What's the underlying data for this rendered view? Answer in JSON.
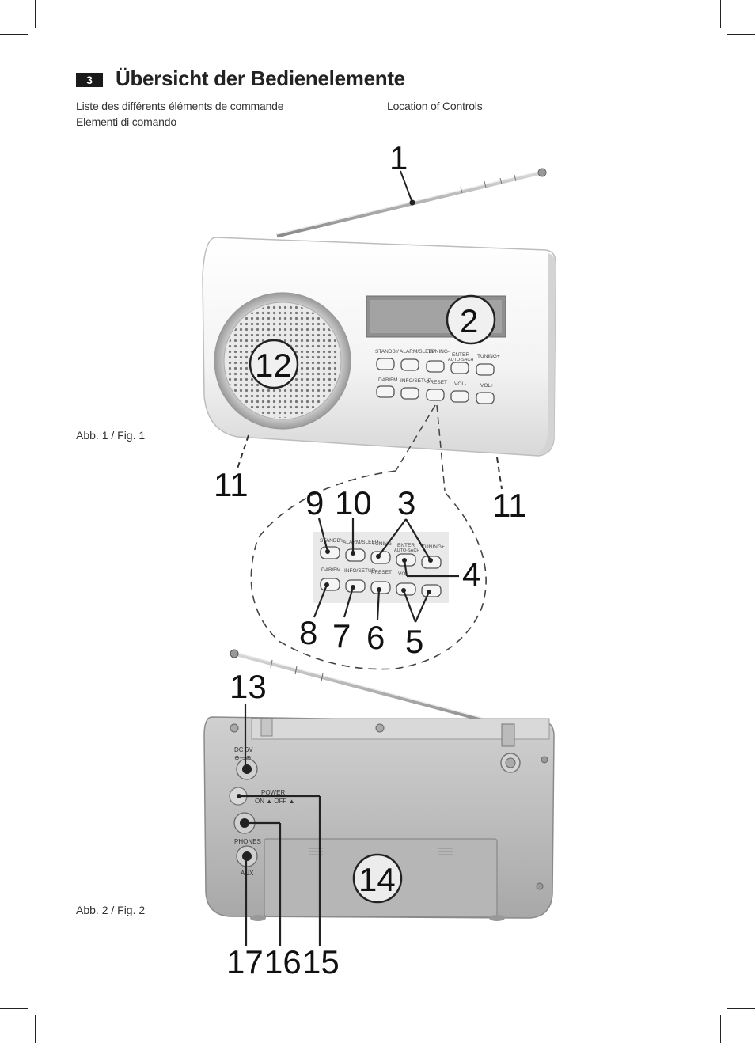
{
  "header": {
    "section_number": "3",
    "title": "Übersicht der Bedienelemente",
    "subtitle_fr": "Liste des différents éléments de commande",
    "subtitle_it": "Elementi di comando",
    "subtitle_en": "Location of Controls"
  },
  "figures": {
    "fig1_caption": "Abb. 1 / Fig. 1",
    "fig2_caption": "Abb. 2 / Fig. 2"
  },
  "front_buttons": {
    "standby": "STANDBY",
    "alarm_sleep": "ALARM/SLEEP",
    "tuning_minus": "TUNING-",
    "enter": "ENTER",
    "auto_sach": "AUTO-SACH",
    "tuning_plus": "TUNING+",
    "dab_fm": "DAB/FM",
    "info_setup": "INFO/SETUP",
    "preset": "PRESET",
    "vol_minus": "VOL-",
    "vol_plus": "VOL+"
  },
  "zoom_labels": {
    "standby": "STANDBY",
    "alarm_sleep": "ALARM/SLEEP",
    "tuning": "TUNING-",
    "enter": "ENTER",
    "auto_sach": "AUTO-SACH",
    "tuning_plus": "TUNING+",
    "dab_fm": "DAB/FM",
    "info_setup": "INFO/SETUP",
    "preset": "PRESET",
    "vol": "VOL"
  },
  "back_labels": {
    "dc": "DC 6V",
    "power": "POWER",
    "on_off": "ON ▲  OFF ▲",
    "phones": "PHONES",
    "aux": "AUX"
  },
  "callouts": {
    "c1": "1",
    "c2": "2",
    "c3": "3",
    "c4": "4",
    "c5": "5",
    "c6": "6",
    "c7": "7",
    "c8": "8",
    "c9": "9",
    "c10": "10",
    "c11": "11",
    "c12": "12",
    "c13": "13",
    "c14": "14",
    "c15": "15",
    "c16": "16",
    "c17": "17"
  }
}
